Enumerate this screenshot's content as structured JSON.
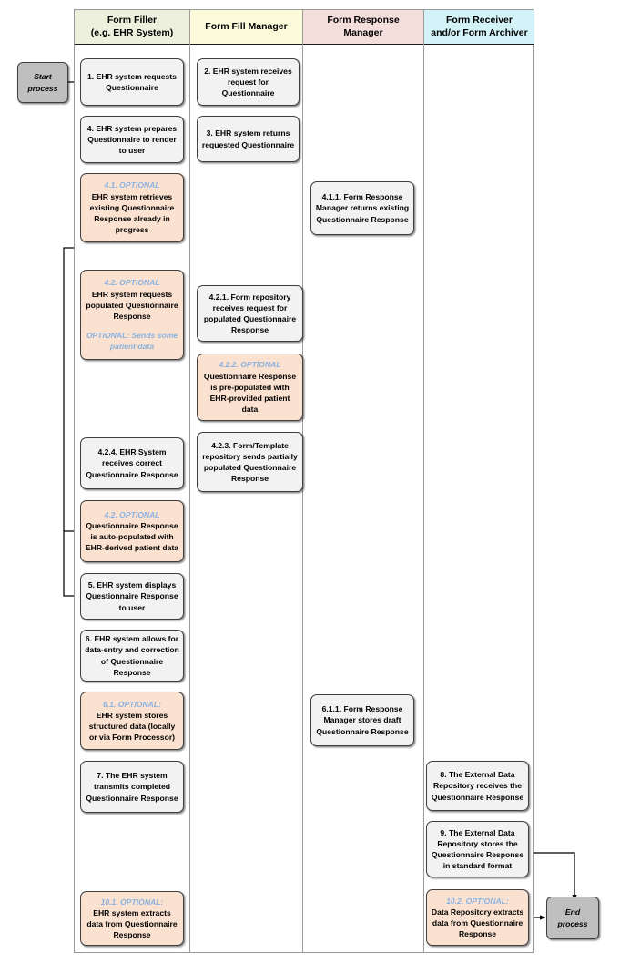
{
  "diagram": {
    "title": "Form Filling Process Swimlane Flowchart",
    "colors": {
      "lane_form_filler": "#edf0dd",
      "lane_form_fill_manager": "#fbfbdc",
      "lane_form_response_manager": "#f4dedc",
      "lane_form_receiver": "#d4f3f9",
      "node_default": "#f2f2f2",
      "node_optional": "#fbe2d0",
      "terminal": "#bfbfbf",
      "optional_label": "#8ab2e0",
      "connector": "#000000",
      "lane_border": "#9a9a9a"
    }
  },
  "lanes": [
    {
      "id": "form-filler",
      "line1": "Form Filler",
      "line2": "(e.g. EHR System)",
      "fill": "#edf0dd"
    },
    {
      "id": "form-fill-manager",
      "line1": "Form Fill Manager",
      "line2": "",
      "fill": "#fbfbdc"
    },
    {
      "id": "form-response-manager",
      "line1": "Form Response",
      "line2": "Manager",
      "fill": "#f4dedc"
    },
    {
      "id": "form-receiver",
      "line1": "Form Receiver",
      "line2": "and/or Form Archiver",
      "fill": "#d4f3f9"
    }
  ],
  "terminals": {
    "start": {
      "line1": "Start",
      "line2": "process"
    },
    "end": {
      "line1": "End",
      "line2": "process"
    }
  },
  "nodes": [
    {
      "id": "n1",
      "lane": "form-filler",
      "optional": false,
      "opt_label": "",
      "body": "1. EHR system requests Questionnaire",
      "sub": ""
    },
    {
      "id": "n2",
      "lane": "form-fill-manager",
      "optional": false,
      "opt_label": "",
      "body": "2. EHR system receives request for Questionnaire",
      "sub": ""
    },
    {
      "id": "n3",
      "lane": "form-fill-manager",
      "optional": false,
      "opt_label": "",
      "body": "3. EHR system returns requested Questionnaire",
      "sub": ""
    },
    {
      "id": "n4",
      "lane": "form-filler",
      "optional": false,
      "opt_label": "",
      "body": "4. EHR system prepares Questionnaire to render to user",
      "sub": ""
    },
    {
      "id": "n41",
      "lane": "form-filler",
      "optional": true,
      "opt_label": "4.1. OPTIONAL",
      "body": "EHR system retrieves existing Questionnaire Response already in progress",
      "sub": ""
    },
    {
      "id": "n411",
      "lane": "form-response-manager",
      "optional": false,
      "opt_label": "",
      "body": "4.1.1. Form Response Manager returns existing Questionnaire Response",
      "sub": ""
    },
    {
      "id": "n42",
      "lane": "form-filler",
      "optional": true,
      "opt_label": "4.2. OPTIONAL",
      "body": "EHR system requests populated Questionnaire Response",
      "sub": "OPTIONAL: Sends some patient data"
    },
    {
      "id": "n421",
      "lane": "form-fill-manager",
      "optional": false,
      "opt_label": "",
      "body": "4.2.1. Form repository receives request for populated Questionnaire Response",
      "sub": ""
    },
    {
      "id": "n422",
      "lane": "form-fill-manager",
      "optional": true,
      "opt_label": "4.2.2. OPTIONAL",
      "body": "Questionnaire Response is pre-populated with EHR-provided patient data",
      "sub": ""
    },
    {
      "id": "n423",
      "lane": "form-fill-manager",
      "optional": false,
      "opt_label": "",
      "body": "4.2.3. Form/Template repository sends partially populated Questionnaire Response",
      "sub": ""
    },
    {
      "id": "n424",
      "lane": "form-filler",
      "optional": false,
      "opt_label": "",
      "body": "4.2.4. EHR System receives correct Questionnaire Response",
      "sub": ""
    },
    {
      "id": "n42b",
      "lane": "form-filler",
      "optional": true,
      "opt_label": "4.2. OPTIONAL",
      "body": "Questionnaire Response is auto-populated with EHR-derived patient data",
      "sub": ""
    },
    {
      "id": "n5",
      "lane": "form-filler",
      "optional": false,
      "opt_label": "",
      "body": "5. EHR system displays Questionnaire Response to user",
      "sub": ""
    },
    {
      "id": "n6",
      "lane": "form-filler",
      "optional": false,
      "opt_label": "",
      "body": "6. EHR system allows for data-entry and correction of Questionnaire Response",
      "sub": ""
    },
    {
      "id": "n61",
      "lane": "form-filler",
      "optional": true,
      "opt_label": "6.1. OPTIONAL:",
      "body": "EHR system stores structured data (locally or via Form Processor)",
      "sub": ""
    },
    {
      "id": "n611",
      "lane": "form-response-manager",
      "optional": false,
      "opt_label": "",
      "body": "6.1.1. Form Response Manager stores draft Questionnaire Response",
      "sub": ""
    },
    {
      "id": "n7",
      "lane": "form-filler",
      "optional": false,
      "opt_label": "",
      "body": "7. The EHR system transmits completed Questionnaire Response",
      "sub": ""
    },
    {
      "id": "n8",
      "lane": "form-receiver",
      "optional": false,
      "opt_label": "",
      "body": "8. The External Data Repository receives the Questionnaire Response",
      "sub": ""
    },
    {
      "id": "n9",
      "lane": "form-receiver",
      "optional": false,
      "opt_label": "",
      "body": "9. The External Data Repository stores the Questionnaire Response in standard format",
      "sub": ""
    },
    {
      "id": "n101",
      "lane": "form-filler",
      "optional": true,
      "opt_label": "10.1. OPTIONAL:",
      "body": "EHR system extracts data from Questionnaire Response",
      "sub": ""
    },
    {
      "id": "n102",
      "lane": "form-receiver",
      "optional": true,
      "opt_label": "10.2. OPTIONAL:",
      "body": "Data Repository extracts data from Questionnaire Response",
      "sub": ""
    }
  ],
  "edges": [
    {
      "from": "start",
      "to": "n1",
      "kind": "arrow"
    },
    {
      "from": "n1",
      "to": "n2",
      "kind": "arrow"
    },
    {
      "from": "n2",
      "to": "n3",
      "kind": "arrow"
    },
    {
      "from": "n3",
      "to": "n4",
      "kind": "arrow"
    },
    {
      "from": "n4",
      "to": "n41",
      "kind": "arrow"
    },
    {
      "from": "n41",
      "to": "n411",
      "kind": "double-arrow"
    },
    {
      "from": "n41",
      "to": "n42",
      "kind": "arrow"
    },
    {
      "from": "n41",
      "to": "n42b",
      "kind": "bypass-arrow"
    },
    {
      "from": "n41",
      "to": "n5",
      "kind": "bypass-arrow"
    },
    {
      "from": "n42",
      "to": "n421",
      "kind": "arrow"
    },
    {
      "from": "n421",
      "to": "n422",
      "kind": "arrow"
    },
    {
      "from": "n422",
      "to": "n423",
      "kind": "arrow"
    },
    {
      "from": "n423",
      "to": "n424",
      "kind": "arrow"
    },
    {
      "from": "n424",
      "to": "n42b",
      "kind": "arrow"
    },
    {
      "from": "n42b",
      "to": "n5",
      "kind": "arrow"
    },
    {
      "from": "n5",
      "to": "n6",
      "kind": "arrow"
    },
    {
      "from": "n6",
      "to": "n61",
      "kind": "arrow"
    },
    {
      "from": "n61",
      "to": "n611",
      "kind": "arrow"
    },
    {
      "from": "n611",
      "to": "n411",
      "kind": "arrow"
    },
    {
      "from": "n61",
      "to": "n7",
      "kind": "arrow"
    },
    {
      "from": "n7",
      "to": "n8",
      "kind": "arrow"
    },
    {
      "from": "n7",
      "to": "n101",
      "kind": "arrow"
    },
    {
      "from": "n8",
      "to": "n9",
      "kind": "arrow"
    },
    {
      "from": "n9",
      "to": "n102",
      "kind": "arrow"
    },
    {
      "from": "n9",
      "to": "end",
      "kind": "arrow"
    },
    {
      "from": "n102",
      "to": "end",
      "kind": "arrow"
    }
  ]
}
